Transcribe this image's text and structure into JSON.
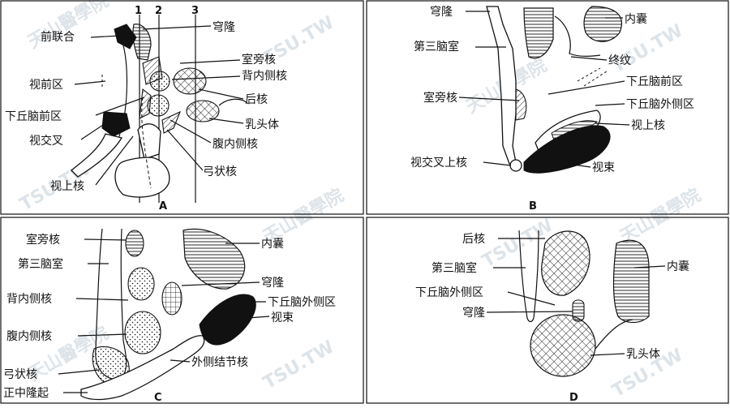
{
  "panels": {
    "A": {
      "letter": "A",
      "section_numbers": [
        "1",
        "2",
        "3"
      ],
      "labels": {
        "anterior_commissure": "前联合",
        "fornix": "穹隆",
        "preoptic_area": "视前区",
        "paraventricular": "室旁核",
        "dorsomedial": "背内侧核",
        "anterior_hypothalamic": "下丘脑前区",
        "posterior": "后核",
        "mammillary": "乳头体",
        "optic_chiasm": "视交叉",
        "ventromedial": "腹内侧核",
        "supraoptic": "视上核",
        "arcuate": "弓状核"
      }
    },
    "B": {
      "letter": "B",
      "labels": {
        "fornix": "穹隆",
        "internal_capsule": "内囊",
        "third_ventricle": "第三脑室",
        "stria_terminalis": "终纹",
        "anterior_hypothalamic": "下丘脑前区",
        "paraventricular": "室旁核",
        "lateral_hypothalamic": "下丘脑外侧区",
        "supraoptic": "视上核",
        "suprachiasmatic": "视交叉上核",
        "optic_tract": "视束"
      }
    },
    "C": {
      "letter": "C",
      "labels": {
        "paraventricular": "室旁核",
        "internal_capsule": "内囊",
        "third_ventricle": "第三脑室",
        "fornix": "穹隆",
        "dorsomedial": "背内侧核",
        "lateral_hypothalamic": "下丘脑外侧区",
        "optic_tract": "视束",
        "ventromedial": "腹内侧核",
        "lateral_geniculate": "外侧结节核",
        "arcuate": "弓状核",
        "median_eminence": "正中隆起"
      }
    },
    "D": {
      "letter": "D",
      "labels": {
        "posterior": "后核",
        "internal_capsule": "内囊",
        "third_ventricle": "第三脑室",
        "lateral_hypothalamic": "下丘脑外侧区",
        "fornix": "穹隆",
        "mammillary": "乳头体"
      }
    }
  },
  "watermark": {
    "cn": "天山醫學院",
    "en": "TSU.TW"
  }
}
